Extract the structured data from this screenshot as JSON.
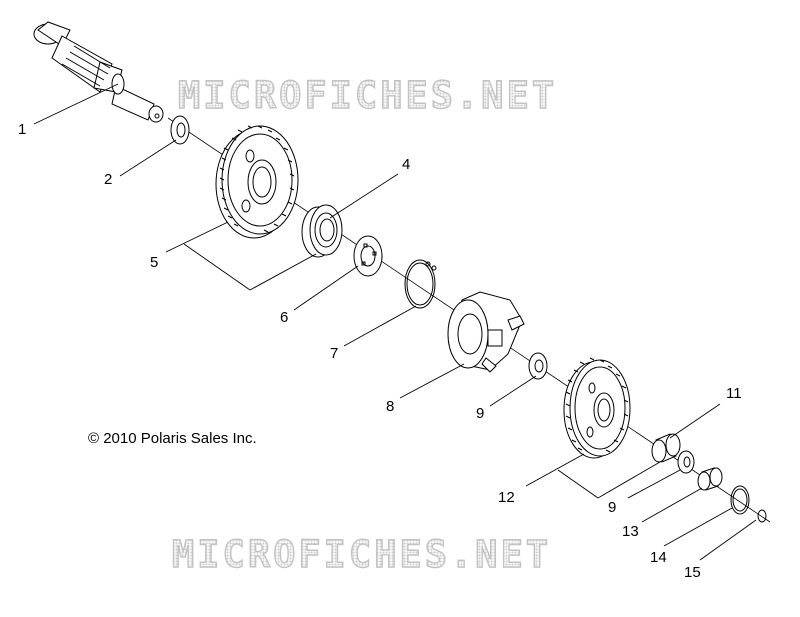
{
  "watermark_text": "MICROFICHES.NET",
  "copyright": "© 2010 Polaris Sales Inc.",
  "labels": {
    "p1": "1",
    "p2": "2",
    "p4": "4",
    "p5": "5",
    "p6": "6",
    "p7": "7",
    "p8": "8",
    "p9a": "9",
    "p11": "11",
    "p12": "12",
    "p9b": "9",
    "p13": "13",
    "p14": "14",
    "p15": "15"
  },
  "colors": {
    "line": "#000000",
    "watermark": "#bdbdbd"
  }
}
